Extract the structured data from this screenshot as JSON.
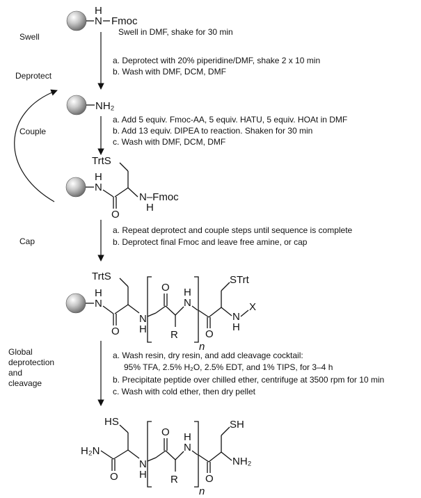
{
  "stage_labels": {
    "swell": "Swell",
    "deprotect": "Deprotect",
    "couple": "Couple",
    "cap": "Cap",
    "global": [
      "Global",
      "deprotection",
      "and",
      "cleavage"
    ]
  },
  "steps": {
    "swell": [
      "Swell in DMF, shake for 30 min"
    ],
    "deprotect": [
      "a. Deprotect with 20% piperidine/DMF, shake 2 x 10 min",
      "b. Wash with DMF, DCM, DMF"
    ],
    "couple": [
      "a. Add 5 equiv. Fmoc-AA, 5 equiv. HATU, 5 equiv. HOAt in DMF",
      "b. Add 13 equiv. DIPEA to reaction. Shaken for 30 min",
      "c. Wash with DMF, DCM, DMF"
    ],
    "cap": [
      "a. Repeat deprotect and couple steps until sequence is complete",
      "b. Deprotect final Fmoc and leave free amine, or cap"
    ],
    "cleave": {
      "a1": "a. Wash resin, dry resin, and add cleavage cocktail:",
      "a2": "95% TFA, 2.5% H₂O, 2.5% EDT, and 1% TIPS, for 3–4 h",
      "b": "b. Precipitate peptide over chilled ether, centrifuge at 3500 rpm for 10 min",
      "c": "c. Wash with cold ether, then dry pellet"
    }
  },
  "structures": {
    "s1_N": "N",
    "s1_H": "H",
    "s1_fmoc": "Fmoc",
    "s2_nh2": "NH₂",
    "s3_trts": "TrtS",
    "s3_H1": "H",
    "s3_N1": "N",
    "s3_O": "O",
    "s3_NFmoc": "N–Fmoc",
    "s3_H2": "H",
    "p_trts": "TrtS",
    "p_strt": "STrt",
    "p_H1": "H",
    "p_N1": "N",
    "p_O1": "O",
    "p_N2": "N",
    "p_H2": "H",
    "p_O2": "O",
    "p_R": "R",
    "p_H3": "H",
    "p_N3": "N",
    "p_O3": "O",
    "p_N4": "N",
    "p_H4": "H",
    "p_X": "X",
    "p_n": "n",
    "f_hs": "HS",
    "f_sh": "SH",
    "f_h2n": "H₂N",
    "f_O1": "O",
    "f_N2": "N",
    "f_H2": "H",
    "f_O2": "O",
    "f_R": "R",
    "f_H3": "H",
    "f_N3": "N",
    "f_O3": "O",
    "f_nh2": "NH₂",
    "f_n": "n"
  }
}
